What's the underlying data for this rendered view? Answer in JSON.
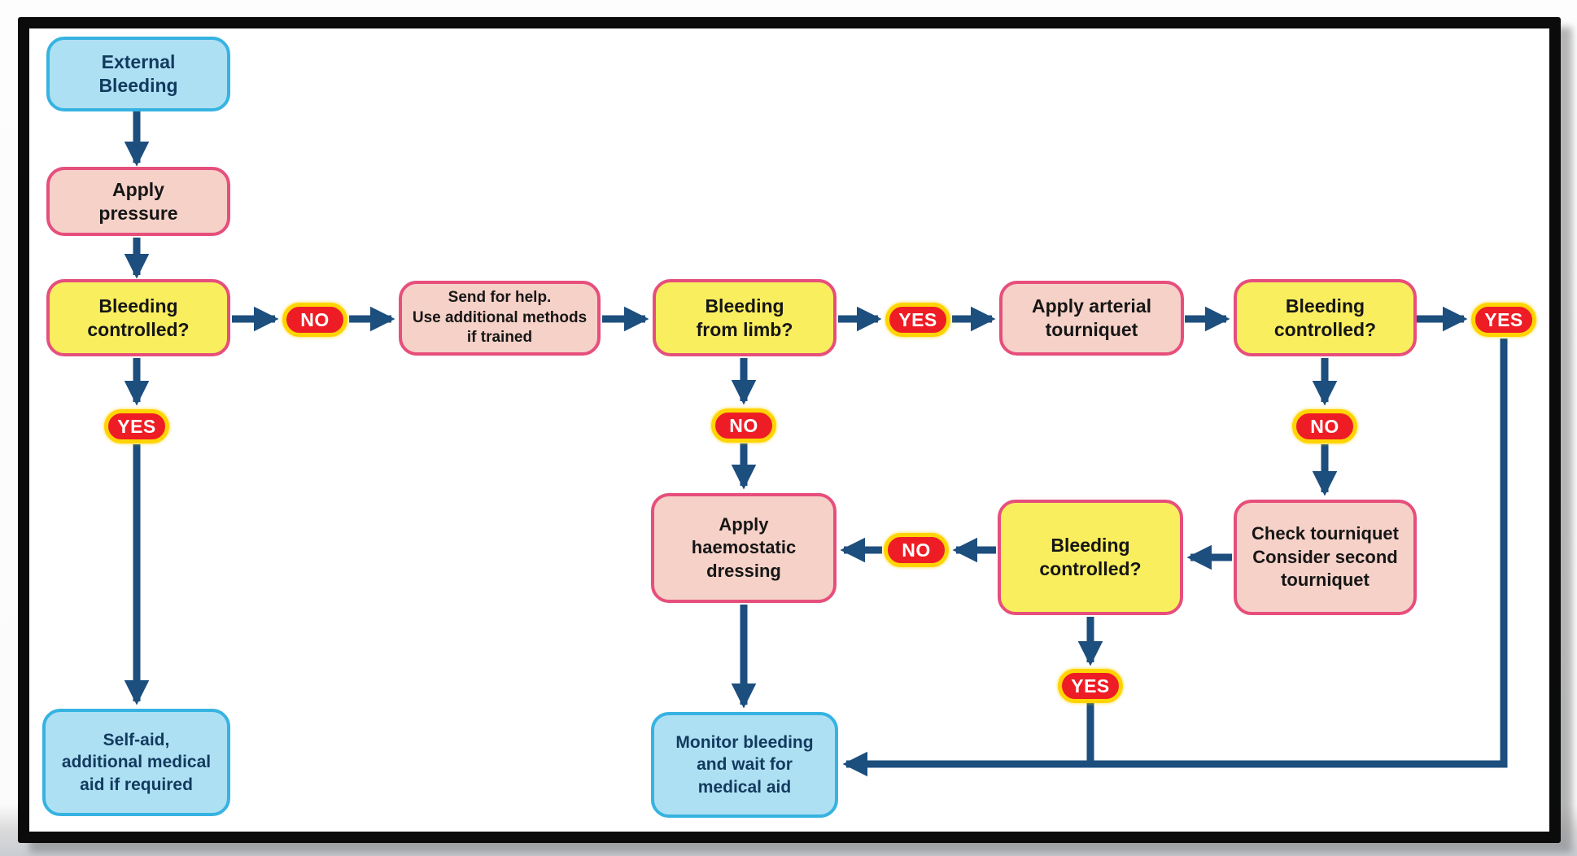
{
  "diagram": {
    "description": "External bleeding first-aid decision flowchart",
    "labels": {
      "yes": "YES",
      "no": "NO"
    },
    "nodes": {
      "external_bleeding": {
        "label": "External\nBleeding",
        "type": "terminal"
      },
      "apply_pressure": {
        "label": "Apply\npressure",
        "type": "action"
      },
      "bleeding_controlled_1": {
        "label": "Bleeding\ncontrolled?",
        "type": "decision"
      },
      "send_for_help": {
        "label": "Send for help.\nUse additional methods\nif trained",
        "type": "action"
      },
      "bleeding_from_limb": {
        "label": "Bleeding\nfrom limb?",
        "type": "decision"
      },
      "apply_arterial_tourniquet": {
        "label": "Apply arterial\ntourniquet",
        "type": "action"
      },
      "bleeding_controlled_2": {
        "label": "Bleeding\ncontrolled?",
        "type": "decision"
      },
      "apply_haemostatic_dressing": {
        "label": "Apply\nhaemostatic\ndressing",
        "type": "action"
      },
      "bleeding_controlled_3": {
        "label": "Bleeding\ncontrolled?",
        "type": "decision"
      },
      "check_tourniquet": {
        "label": "Check tourniquet\nConsider second\ntourniquet",
        "type": "action"
      },
      "self_aid": {
        "label": "Self-aid,\nadditional medical\naid if required",
        "type": "terminal"
      },
      "monitor_bleeding": {
        "label": "Monitor bleeding\nand wait for\nmedical aid",
        "type": "terminal"
      }
    },
    "colors": {
      "terminal_fill": "#aee0f4",
      "terminal_border": "#36b3e1",
      "action_fill": "#f6d1c8",
      "decision_fill": "#f9ee5e",
      "action_decision_border": "#e64f7c",
      "badge_fill": "#ee1c25",
      "badge_border": "#ffd402",
      "badge_text": "#ffffff",
      "arrow": "#1c4e7e",
      "frame": "#0b0b0b",
      "canvas": "#ffffff"
    }
  }
}
